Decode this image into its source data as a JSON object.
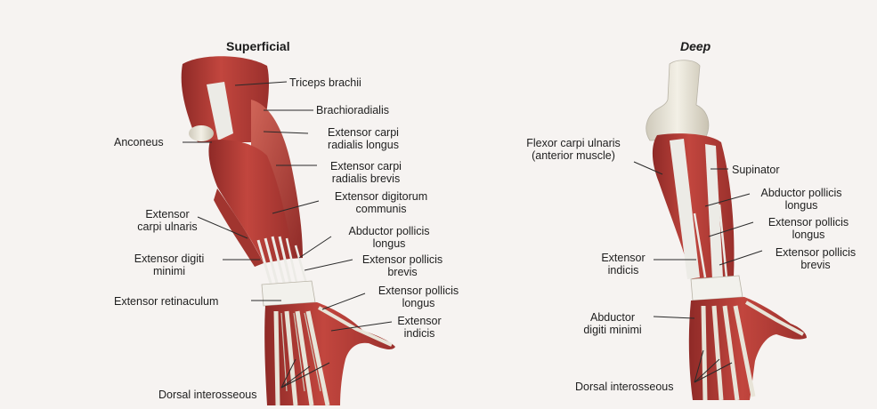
{
  "panels": {
    "superficial": {
      "title": "Superficial",
      "labels": {
        "triceps_brachii": "Triceps brachii",
        "brachioradialis": "Brachioradialis",
        "ext_carpi_rad_longus_1": "Extensor carpi",
        "ext_carpi_rad_longus_2": "radialis longus",
        "anconeus": "Anconeus",
        "ext_carpi_rad_brevis_1": "Extensor carpi",
        "ext_carpi_rad_brevis_2": "radialis brevis",
        "ext_digitorum_1": "Extensor digitorum",
        "ext_digitorum_2": "communis",
        "ext_carpi_ulnaris_1": "Extensor",
        "ext_carpi_ulnaris_2": "carpi ulnaris",
        "abd_pollicis_longus_1": "Abductor pollicis",
        "abd_pollicis_longus_2": "longus",
        "ext_digiti_minimi_1": "Extensor digiti",
        "ext_digiti_minimi_2": "minimi",
        "ext_pollicis_brevis_1": "Extensor pollicis",
        "ext_pollicis_brevis_2": "brevis",
        "ext_pollicis_longus_1": "Extensor pollicis",
        "ext_pollicis_longus_2": "longus",
        "ext_retinaculum": "Extensor retinaculum",
        "ext_indicis_1": "Extensor",
        "ext_indicis_2": "indicis",
        "dorsal_interosseous": "Dorsal interosseous"
      }
    },
    "deep": {
      "title": "Deep",
      "labels": {
        "flexor_carpi_ulnaris_1": "Flexor carpi ulnaris",
        "flexor_carpi_ulnaris_2": "(anterior muscle)",
        "supinator": "Supinator",
        "abd_pollicis_longus_1": "Abductor pollicis",
        "abd_pollicis_longus_2": "longus",
        "ext_pollicis_longus_1": "Extensor pollicis",
        "ext_pollicis_longus_2": "longus",
        "ext_indicis_1": "Extensor",
        "ext_indicis_2": "indicis",
        "ext_pollicis_brevis_1": "Extensor pollicis",
        "ext_pollicis_brevis_2": "brevis",
        "abd_digiti_minimi_1": "Abductor",
        "abd_digiti_minimi_2": "digiti minimi",
        "dorsal_interosseous": "Dorsal interosseous"
      }
    }
  },
  "colors": {
    "paper": "#f6f3f1",
    "background": "#ffffff",
    "muscle_dark": "#8f2a27",
    "muscle": "#b9403a",
    "muscle_light": "#d46a60",
    "tendon": "#ecebe6",
    "bone": "#e8e4d8",
    "text": "#1e1e1e"
  }
}
